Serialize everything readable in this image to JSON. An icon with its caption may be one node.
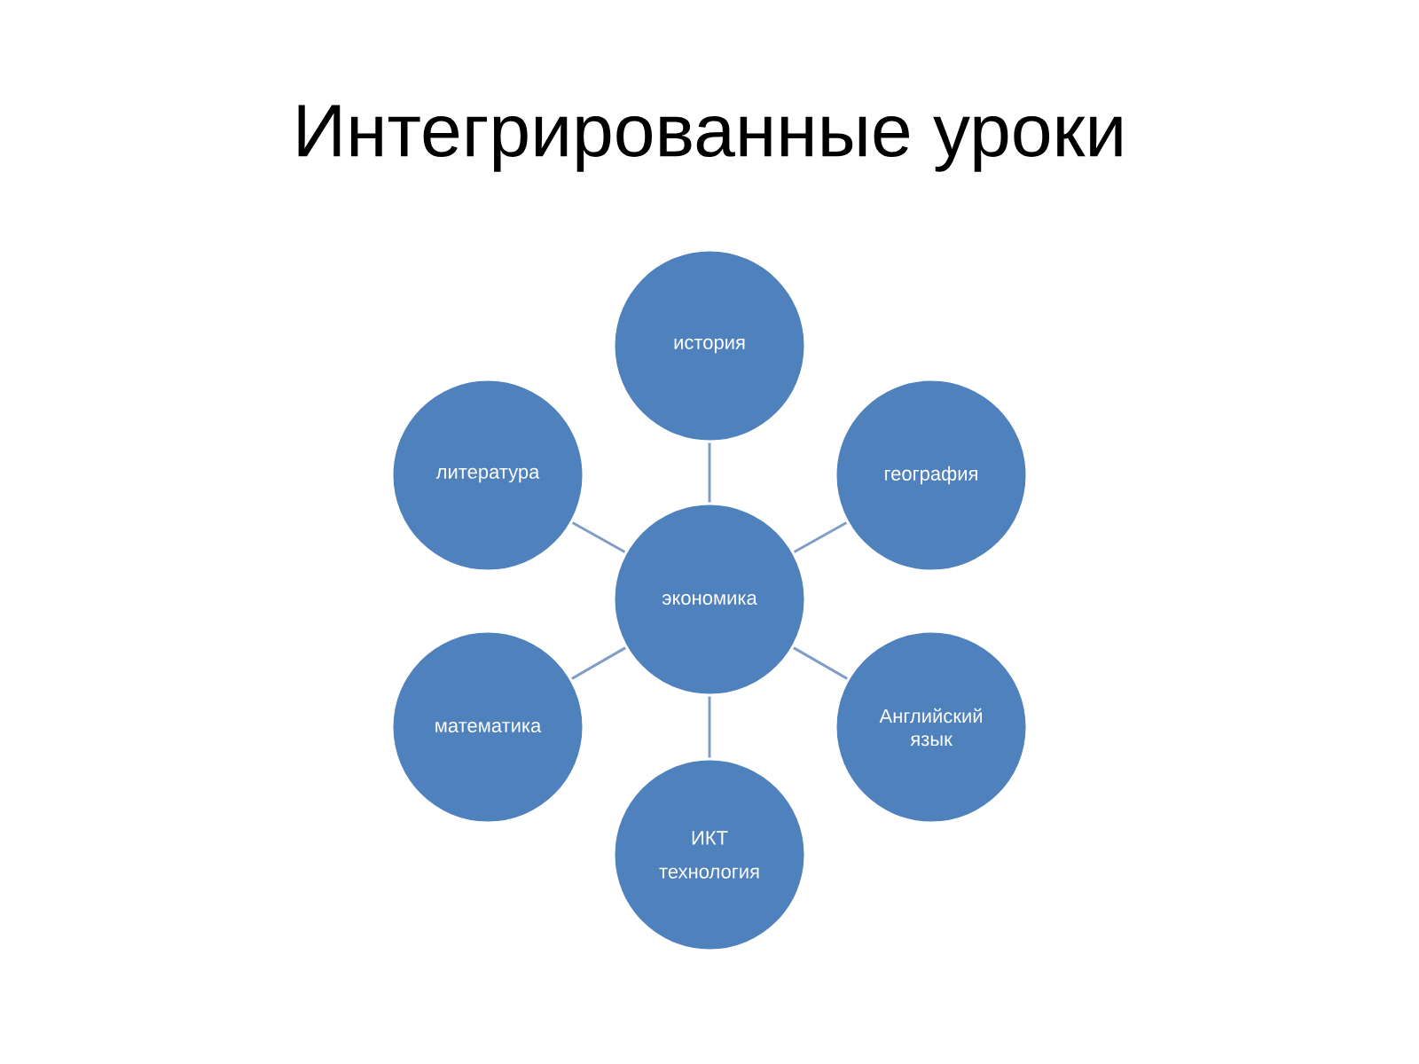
{
  "diagram": {
    "title": "Интегрированные уроки",
    "nodes": [
      {
        "text": [
          "экономика"
        ]
      },
      {
        "text": [
          "история"
        ]
      },
      {
        "text": [
          "литература"
        ]
      },
      {
        "text": [
          "география"
        ]
      },
      {
        "text": [
          "математика"
        ]
      },
      {
        "text": [
          "Английский язык"
        ]
      },
      {
        "text": [
          "ИКТ",
          "технология"
        ]
      }
    ],
    "edges": [
      {
        "from": 0,
        "to": 1,
        "arrow": "none"
      },
      {
        "from": 0,
        "to": 2,
        "arrow": "none"
      },
      {
        "from": 0,
        "to": 3,
        "arrow": "none"
      },
      {
        "from": 0,
        "to": 4,
        "arrow": "none"
      },
      {
        "from": 0,
        "to": 5,
        "arrow": "none"
      },
      {
        "from": 0,
        "to": 6,
        "arrow": "none"
      }
    ]
  }
}
